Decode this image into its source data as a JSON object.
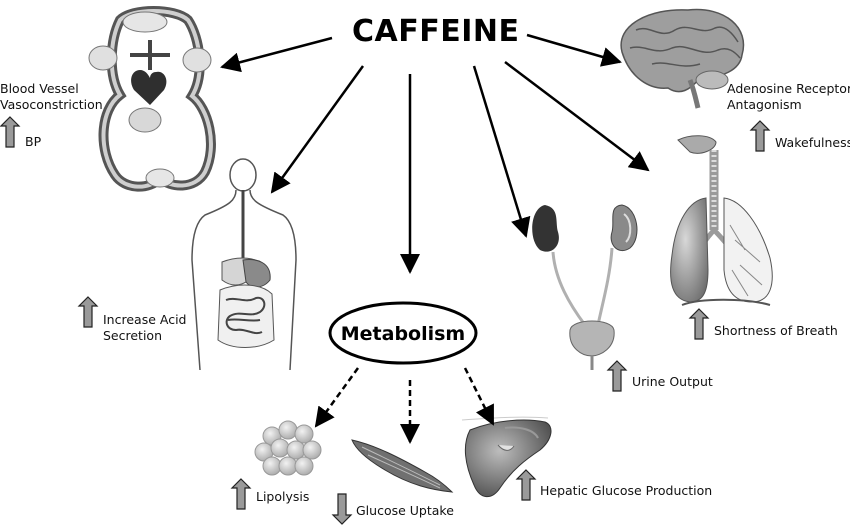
{
  "title": "CAFFEINE",
  "hub": "Metabolism",
  "effects": {
    "blood_vessel": {
      "label_line1": "Blood Vessel",
      "label_line2": "Vasoconstriction",
      "sub": "BP",
      "direction": "up"
    },
    "adenosine": {
      "label_line1": "Adenosine Receptor",
      "label_line2": "Antagonism",
      "sub": "Wakefulness",
      "direction": "up"
    },
    "acid": {
      "label_line1": "Increase Acid",
      "label_line2": "Secretion",
      "direction": "up"
    },
    "urine": {
      "label": "Urine Output",
      "direction": "up"
    },
    "breath": {
      "label": "Shortness of Breath",
      "direction": "up"
    },
    "lipolysis": {
      "label": "Lipolysis",
      "direction": "up"
    },
    "glucose_uptake": {
      "label": "Glucose Uptake",
      "direction": "down"
    },
    "hepatic": {
      "label": "Hepatic Glucose Production",
      "direction": "up"
    }
  },
  "icons": [
    "heart-circulation-icon",
    "brain-icon",
    "digestive-system-icon",
    "kidney-urinary-icon",
    "lungs-icon",
    "fat-cells-icon",
    "muscle-icon",
    "liver-icon"
  ],
  "colors": {
    "arrow": "#000000",
    "block_arrow": "#9a9a9a"
  }
}
